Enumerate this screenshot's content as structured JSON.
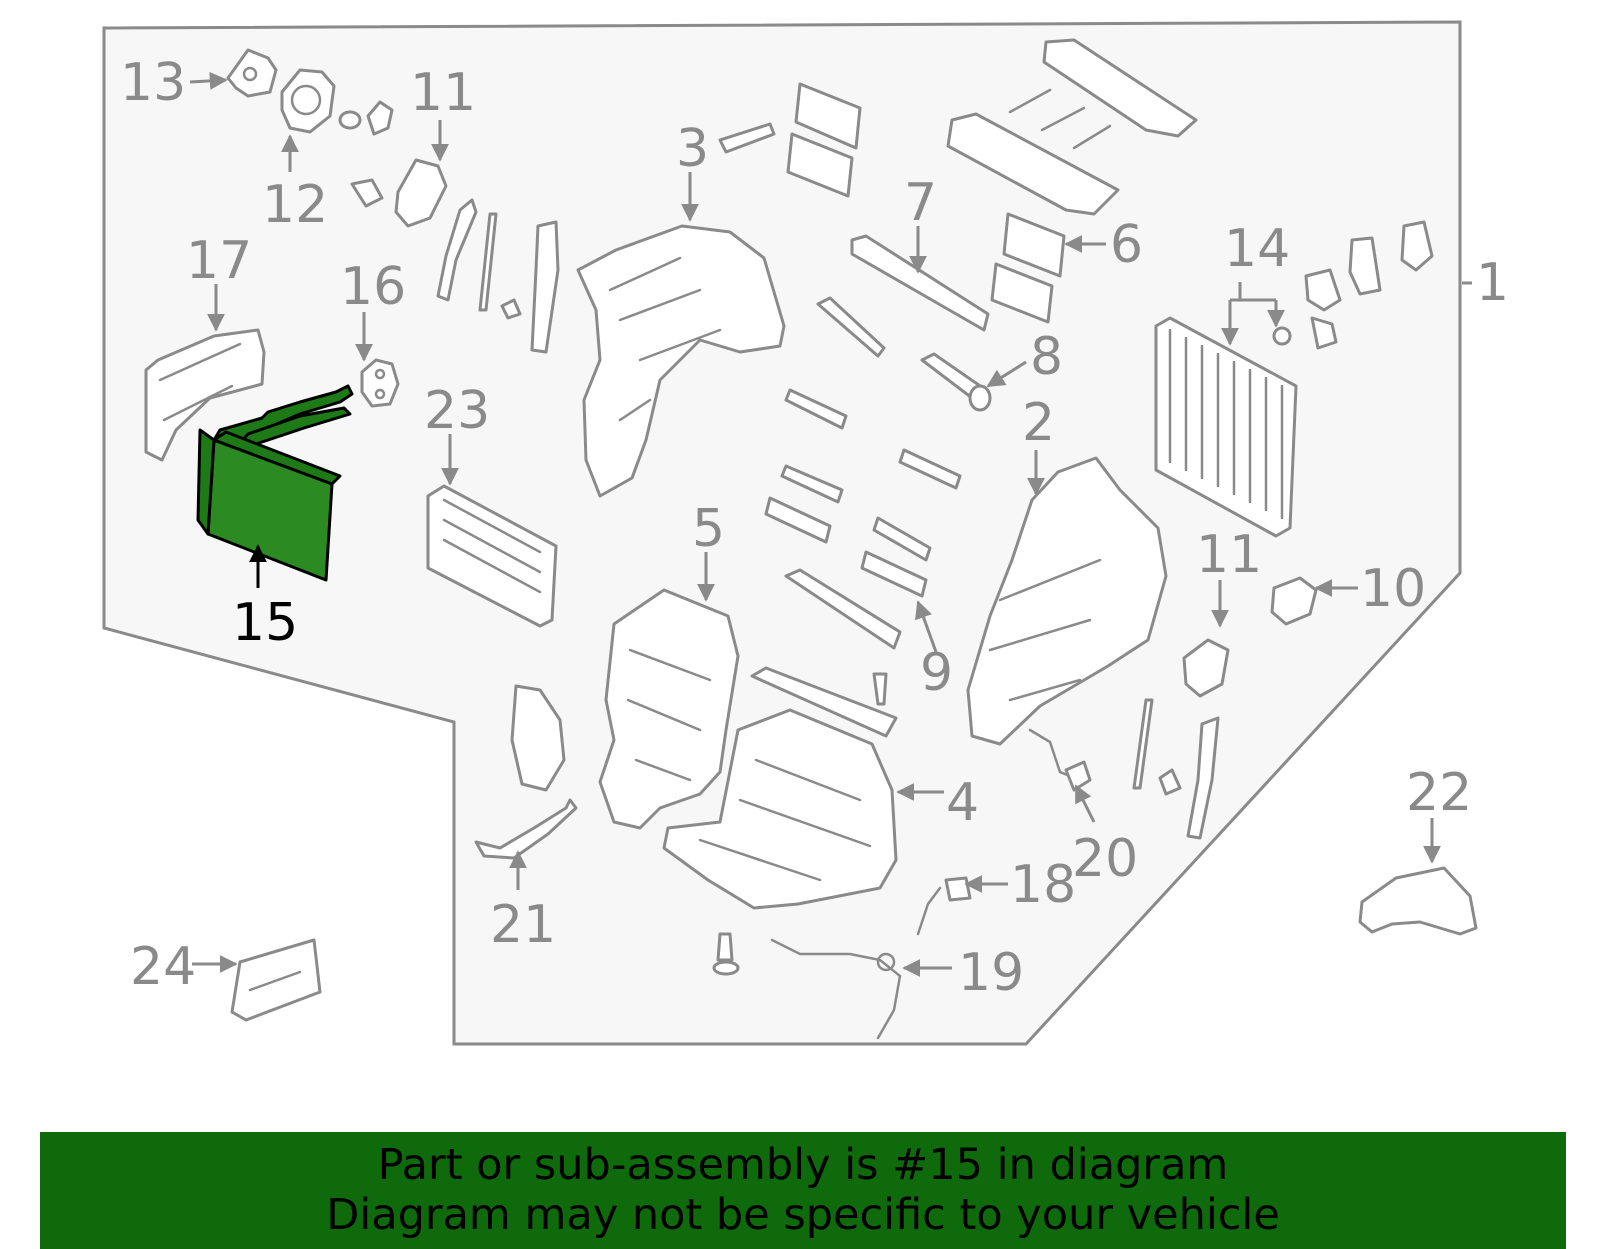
{
  "diagram": {
    "highlight_color": "#0f6a0b",
    "callouts": [
      "1",
      "2",
      "3",
      "4",
      "5",
      "6",
      "7",
      "8",
      "9",
      "10",
      "11",
      "11",
      "12",
      "13",
      "14",
      "15",
      "16",
      "17",
      "18",
      "19",
      "20",
      "21",
      "22",
      "23",
      "24"
    ],
    "highlighted": "15"
  },
  "banner": {
    "line1": "Part or sub-assembly is #15 in diagram",
    "line2": "Diagram may not be specific to your vehicle",
    "background": "#0f6a0b"
  }
}
